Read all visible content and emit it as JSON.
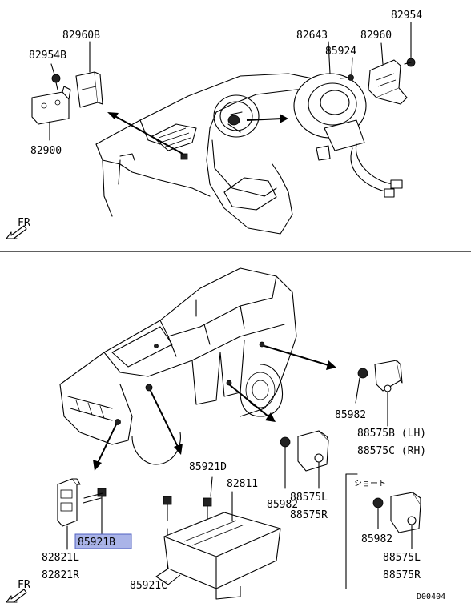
{
  "top_section": {
    "labels": {
      "l82960B": "82960B",
      "l82954B": "82954B",
      "l82900": "82900",
      "l82643": "82643",
      "l82960": "82960",
      "l82954": "82954",
      "l85924": "85924"
    },
    "fr_label": "FR"
  },
  "bottom_section": {
    "labels": {
      "l85921B": "85921B",
      "l82821L": "82821L",
      "l82821R": "82821R",
      "l85921D": "85921D",
      "l82811": "82811",
      "l85921C": "85921C",
      "l85982a": "85982",
      "l88575L_a": "88575L",
      "l88575R_a": "88575R",
      "l85982b": "85982",
      "l88575B": "88575B (LH)",
      "l88575C": "88575C (RH)",
      "l85982c": "85982",
      "l88575L_b": "88575L",
      "l88575R_b": "88575R"
    },
    "short_label": "ショート",
    "fr_label": "FR",
    "diagram_code": "D00404",
    "highlight_color": "#aab4e8"
  }
}
